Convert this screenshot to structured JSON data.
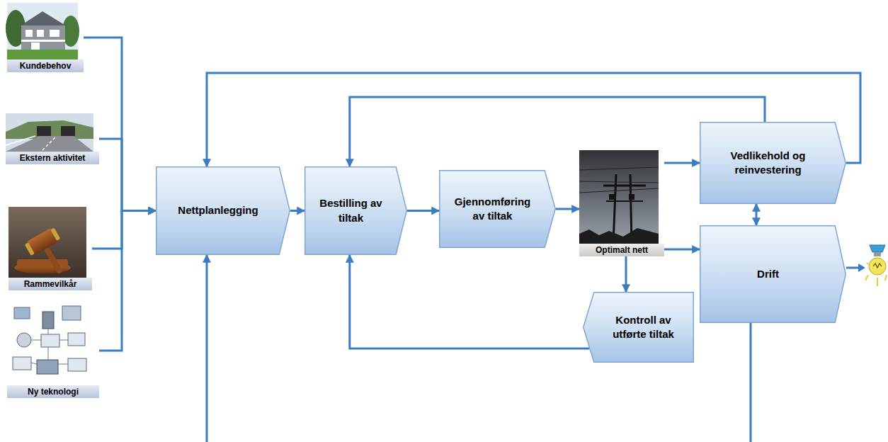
{
  "diagram": {
    "nodes": [
      {
        "text": [
          "Kundebehov"
        ]
      },
      {
        "text": [
          "Ekstern aktivitet"
        ]
      },
      {
        "text": [
          "Rammevilkår"
        ]
      },
      {
        "text": [
          "Ny teknologi"
        ]
      },
      {
        "text": [
          "Nettplanlegging"
        ]
      },
      {
        "text": [
          "Bestilling av tiltak"
        ]
      },
      {
        "text": [
          "Gjennomføring av tiltak"
        ]
      },
      {
        "text": [
          "Optimalt nett"
        ]
      },
      {
        "text": [
          "Vedlikehold og reinvestering"
        ]
      },
      {
        "text": [
          "Drift"
        ]
      },
      {
        "text": [
          "Kontroll av utførte tiltak"
        ]
      }
    ],
    "edges": [
      {
        "from": 0,
        "to": 4,
        "arrow": "to"
      },
      {
        "from": 1,
        "to": 4,
        "arrow": "to"
      },
      {
        "from": 2,
        "to": 4,
        "arrow": "to"
      },
      {
        "from": 3,
        "to": 4,
        "arrow": "to"
      },
      {
        "from": 4,
        "to": 5,
        "arrow": "to"
      },
      {
        "from": 5,
        "to": 6,
        "arrow": "to"
      },
      {
        "from": 6,
        "to": 7,
        "arrow": "to"
      },
      {
        "from": 7,
        "to": 8,
        "arrow": "to"
      },
      {
        "from": 7,
        "to": 9,
        "arrow": "to"
      },
      {
        "from": 7,
        "to": 10,
        "arrow": "to"
      },
      {
        "from": 10,
        "to": 5,
        "arrow": "to"
      },
      {
        "from": 8,
        "to": 5,
        "arrow": "to"
      },
      {
        "from": 8,
        "to": 4,
        "arrow": "to"
      },
      {
        "from": 8,
        "to": 9,
        "arrow": "both"
      },
      {
        "from": 9,
        "to": 4,
        "arrow": "to"
      }
    ]
  }
}
